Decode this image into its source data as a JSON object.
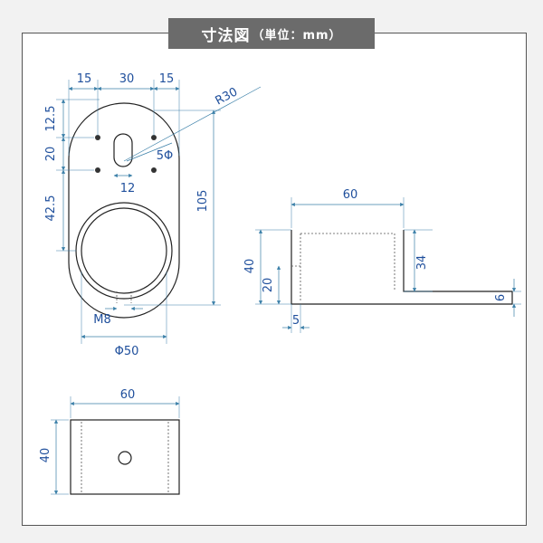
{
  "header": {
    "title": "寸法図",
    "unit": "（単位：mm）"
  },
  "front_view": {
    "dims": {
      "w_left": "15",
      "w_mid": "30",
      "w_right": "15",
      "radius": "R30",
      "h_top": "12.5",
      "h_holes": "20",
      "h_lower": "42.5",
      "total_height": "105",
      "hole_diameter": "5Φ",
      "slot_width": "12",
      "thread": "M8",
      "ring_diameter": "Φ50"
    }
  },
  "side_view": {
    "dims": {
      "width": "60",
      "height": "40",
      "inner_height": "34",
      "thread_height": "20",
      "thickness": "5",
      "flange": "6"
    }
  },
  "bottom_view": {
    "dims": {
      "width": "60",
      "height": "40"
    }
  }
}
